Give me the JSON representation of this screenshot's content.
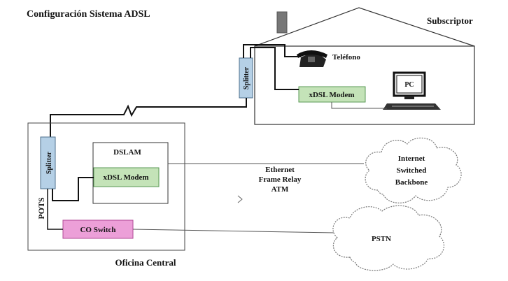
{
  "title": "Configuración Sistema ADSL",
  "subscriber": {
    "label": "Subscriptor",
    "phone_label": "Teléfono",
    "splitter_label": "Splitter",
    "modem_label": "xDSL Modem",
    "pc_label": "PC"
  },
  "central_office": {
    "label": "Oficina Central",
    "splitter_label": "Splitter",
    "dslam_label": "DSLAM",
    "modem_label": "xDSL Modem",
    "pots_label": "POTS",
    "switch_label": "CO Switch"
  },
  "links": {
    "line1": "Ethernet",
    "line2": "Frame Relay",
    "line3": "ATM"
  },
  "clouds": {
    "internet_line1": "Internet",
    "internet_line2": "Switched",
    "internet_line3": "Backbone",
    "pstn": "PSTN"
  },
  "colors": {
    "splitter_fill": "#b5d0e6",
    "modem_fill": "#c4e3b8",
    "modem_stroke": "#5a9a55",
    "switch_fill": "#ec9fd8",
    "switch_stroke": "#b04a96"
  }
}
